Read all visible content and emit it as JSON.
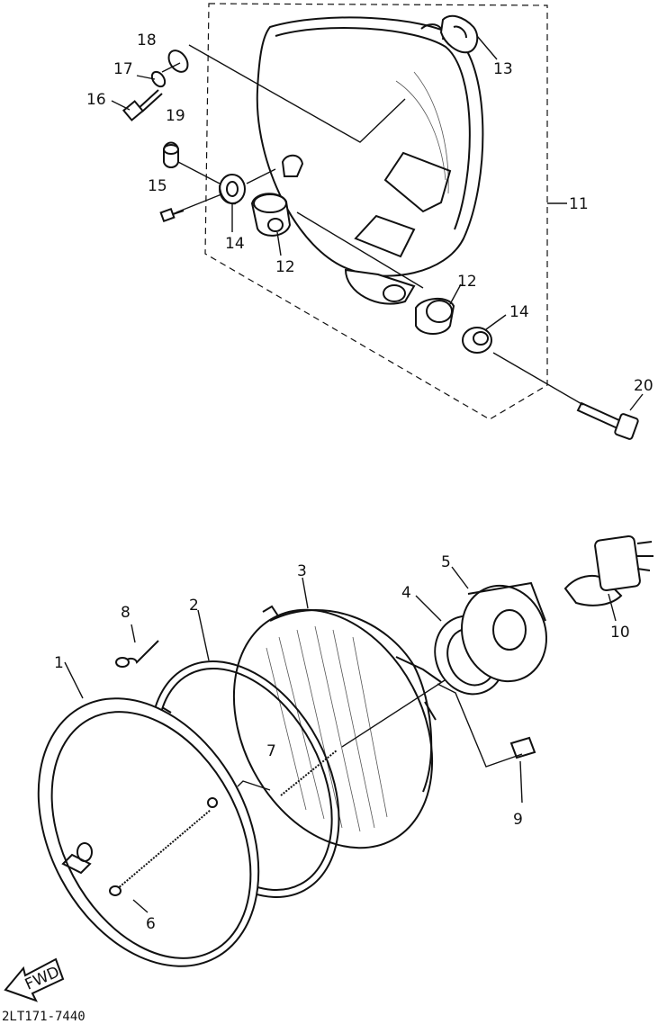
{
  "diagram": {
    "part_numbers": [
      "1",
      "2",
      "3",
      "4",
      "5",
      "6",
      "7",
      "8",
      "9",
      "10",
      "11",
      "12",
      "12",
      "13",
      "14",
      "14",
      "15",
      "16",
      "17",
      "18",
      "19",
      "20"
    ],
    "fwd_label": "FWD",
    "drawing_code": "2LT171-7440"
  }
}
